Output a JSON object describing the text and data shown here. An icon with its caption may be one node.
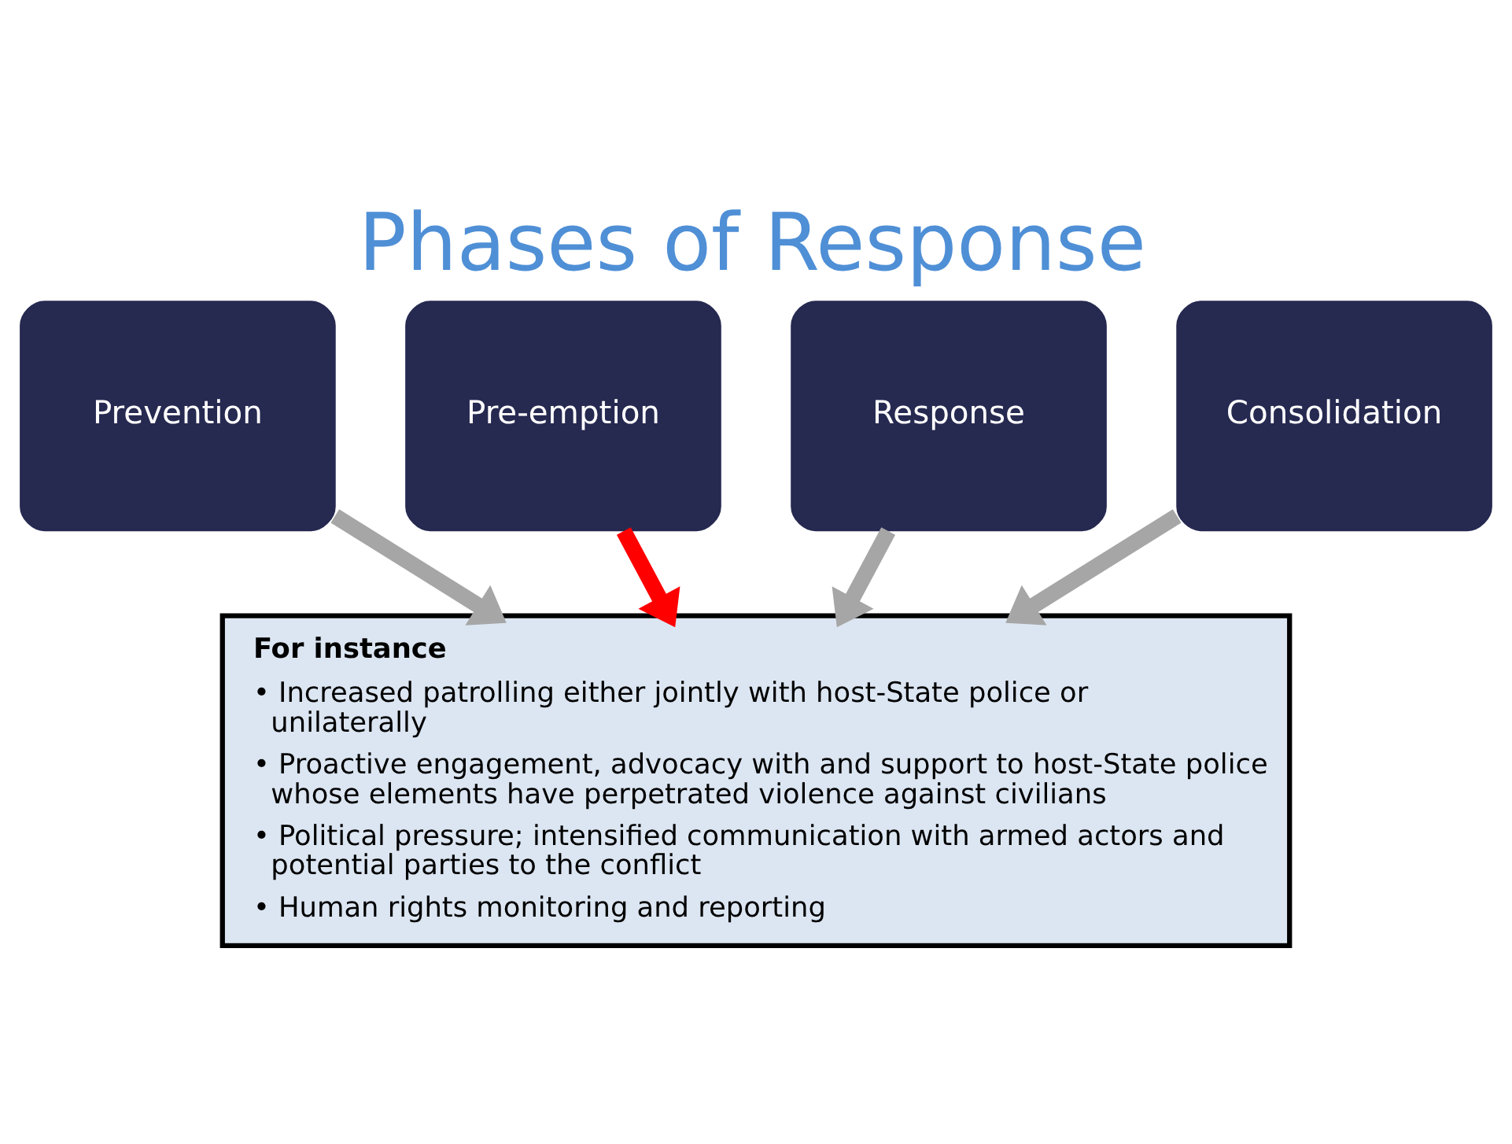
{
  "diagram": {
    "title": "Phases of Response",
    "nodes": [
      {
        "text": [
          "Prevention"
        ]
      },
      {
        "text": [
          "Pre-emption"
        ]
      },
      {
        "text": [
          "Response"
        ]
      },
      {
        "text": [
          "Consolidation"
        ]
      },
      {
        "text": [
          "For instance",
          "• Increased patrolling either jointly with host-State police or unilaterally",
          "• Proactive engagement, advocacy with and support to host-State police whose elements have perpetrated violence against civilians",
          "• Political pressure; intensified communication with armed actors and potential parties to the conflict",
          "• Human rights monitoring and reporting"
        ]
      }
    ],
    "edges": [
      {
        "from": 0,
        "to": 4,
        "arrow": "to"
      },
      {
        "from": 1,
        "to": 4,
        "arrow": "to",
        "color": "#ff0000"
      },
      {
        "from": 2,
        "to": 4,
        "arrow": "to"
      },
      {
        "from": 3,
        "to": 4,
        "arrow": "to"
      }
    ]
  }
}
